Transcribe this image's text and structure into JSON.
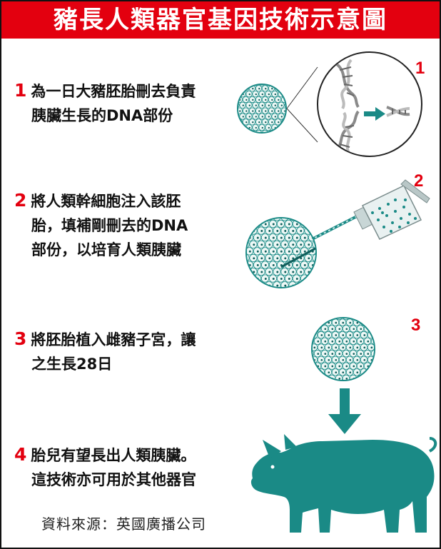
{
  "title": "豬長人類器官基因技術示意圖",
  "steps": [
    {
      "num": "1",
      "lines": [
        "為一日大豬胚胎刪去負責",
        "胰臟生長的DNA部份"
      ],
      "badge": "1"
    },
    {
      "num": "2",
      "lines": [
        "將人類幹細胞注入該胚",
        "胎，填補剛刪去的DNA",
        "部份，以培育人類胰臟"
      ],
      "badge": "2"
    },
    {
      "num": "3",
      "lines": [
        "將胚胎植入雌豬子宮，讓",
        "之生長28日"
      ],
      "badge": "3"
    },
    {
      "num": "4",
      "lines": [
        "胎兒有望長出人類胰臟。",
        "這技術亦可用於其他器官"
      ]
    }
  ],
  "source": "資料來源：英國廣播公司",
  "colors": {
    "accent": "#e3000f",
    "teal": "#1a8a86",
    "cell_fill": "#dff1ef",
    "dna_grey": "#8a8a8a"
  }
}
